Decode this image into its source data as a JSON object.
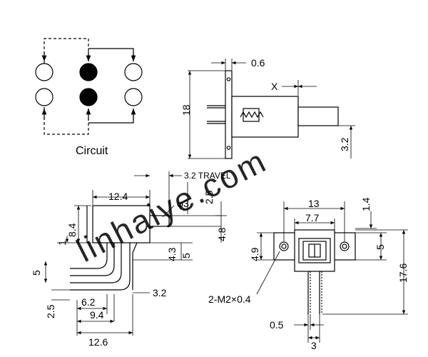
{
  "circuit": {
    "label": "Circuit"
  },
  "top_view": {
    "pin_thickness": "0.6",
    "pitch_marker": "X",
    "body_height": "18",
    "pin_offset": "3.2"
  },
  "side_view": {
    "body_width": "12.4",
    "travel": "3.2 TRAVEL",
    "actuator_length": "2.5",
    "actuator_diameter": "φ3",
    "body_height": "8.4",
    "shaft_height": "4.8",
    "pin_gap_top": "1",
    "pin_height_a": "4.3",
    "pin_height_b": "5",
    "pin_pitch_vertical": "5",
    "pin_length": "2.5",
    "pin_offset_a": "6.2",
    "pin_offset_b": "9.4",
    "overall_width": "12.6",
    "terminal_offset": "3.2"
  },
  "front_view": {
    "mount_width": "13",
    "inner_width": "7.7",
    "right_offset": "1.4",
    "hole_height": "4.9",
    "hole_pitch": "5",
    "overall_height": "17.6",
    "mount_holes": "2-M2×0.4",
    "pin_width": "0.5",
    "pin_pitch": "3"
  },
  "watermark": "linhaiye.com"
}
